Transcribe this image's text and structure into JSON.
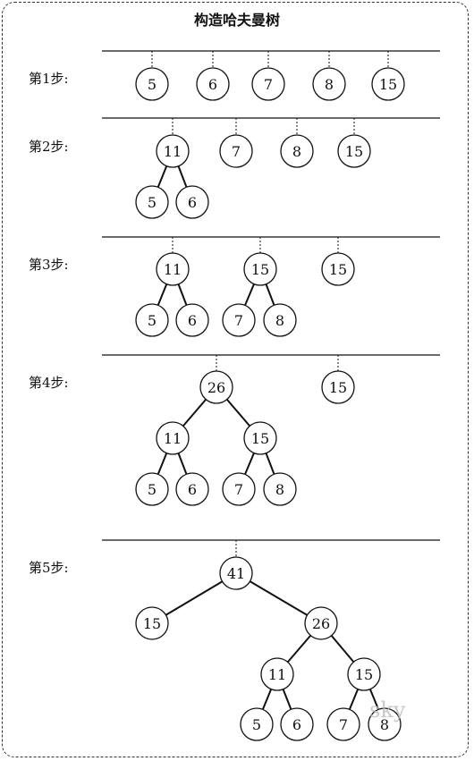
{
  "title": "构造哈夫曼树",
  "watermark": "sky",
  "steps": [
    {
      "label": "第1步:",
      "nodes": [
        {
          "id": "a",
          "value": "5"
        },
        {
          "id": "b",
          "value": "6"
        },
        {
          "id": "c",
          "value": "7"
        },
        {
          "id": "d",
          "value": "8"
        },
        {
          "id": "e",
          "value": "15"
        }
      ],
      "edges": [],
      "roots": [
        "a",
        "b",
        "c",
        "d",
        "e"
      ]
    },
    {
      "label": "第2步:",
      "nodes": [
        {
          "id": "r1",
          "value": "11"
        },
        {
          "id": "a",
          "value": "5"
        },
        {
          "id": "b",
          "value": "6"
        },
        {
          "id": "c",
          "value": "7"
        },
        {
          "id": "d",
          "value": "8"
        },
        {
          "id": "e",
          "value": "15"
        }
      ],
      "edges": [
        [
          "r1",
          "a"
        ],
        [
          "r1",
          "b"
        ]
      ],
      "roots": [
        "r1",
        "c",
        "d",
        "e"
      ]
    },
    {
      "label": "第3步:",
      "nodes": [
        {
          "id": "r1",
          "value": "11"
        },
        {
          "id": "a",
          "value": "5"
        },
        {
          "id": "b",
          "value": "6"
        },
        {
          "id": "r2",
          "value": "15"
        },
        {
          "id": "c",
          "value": "7"
        },
        {
          "id": "d",
          "value": "8"
        },
        {
          "id": "e",
          "value": "15"
        }
      ],
      "edges": [
        [
          "r1",
          "a"
        ],
        [
          "r1",
          "b"
        ],
        [
          "r2",
          "c"
        ],
        [
          "r2",
          "d"
        ]
      ],
      "roots": [
        "r1",
        "r2",
        "e"
      ]
    },
    {
      "label": "第4步:",
      "nodes": [
        {
          "id": "r3",
          "value": "26"
        },
        {
          "id": "r1",
          "value": "11"
        },
        {
          "id": "r2",
          "value": "15"
        },
        {
          "id": "a",
          "value": "5"
        },
        {
          "id": "b",
          "value": "6"
        },
        {
          "id": "c",
          "value": "7"
        },
        {
          "id": "d",
          "value": "8"
        },
        {
          "id": "e",
          "value": "15"
        }
      ],
      "edges": [
        [
          "r3",
          "r1"
        ],
        [
          "r3",
          "r2"
        ],
        [
          "r1",
          "a"
        ],
        [
          "r1",
          "b"
        ],
        [
          "r2",
          "c"
        ],
        [
          "r2",
          "d"
        ]
      ],
      "roots": [
        "r3",
        "e"
      ]
    },
    {
      "label": "第5步:",
      "nodes": [
        {
          "id": "r4",
          "value": "41"
        },
        {
          "id": "e",
          "value": "15"
        },
        {
          "id": "r3",
          "value": "26"
        },
        {
          "id": "r1",
          "value": "11"
        },
        {
          "id": "r2",
          "value": "15"
        },
        {
          "id": "a",
          "value": "5"
        },
        {
          "id": "b",
          "value": "6"
        },
        {
          "id": "c",
          "value": "7"
        },
        {
          "id": "d",
          "value": "8"
        }
      ],
      "edges": [
        [
          "r4",
          "e"
        ],
        [
          "r4",
          "r3"
        ],
        [
          "r3",
          "r1"
        ],
        [
          "r3",
          "r2"
        ],
        [
          "r1",
          "a"
        ],
        [
          "r1",
          "b"
        ],
        [
          "r2",
          "c"
        ],
        [
          "r2",
          "d"
        ]
      ],
      "roots": [
        "r4"
      ]
    }
  ]
}
